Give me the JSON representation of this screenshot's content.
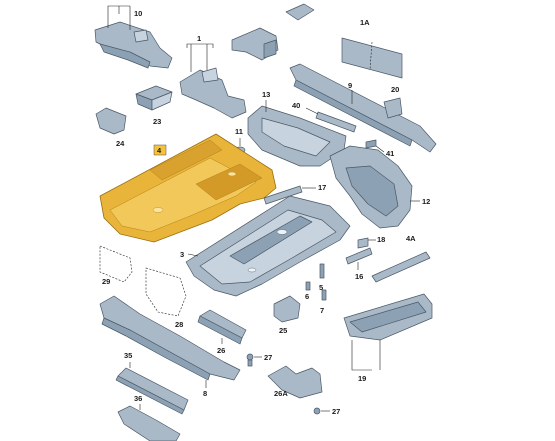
{
  "diagram": {
    "highlight_color": "#e8b43a",
    "part_color": "#a9b9c8",
    "labels": {
      "p1": "1",
      "p1A": "1A",
      "p3": "3",
      "p4": "4",
      "p5": "5",
      "p6": "6",
      "p7": "7",
      "p8": "8",
      "p9": "9",
      "p10": "10",
      "p11": "11",
      "p12": "12",
      "p13": "13",
      "p16": "16",
      "p17": "17",
      "p18": "18",
      "p19": "19",
      "p20": "20",
      "p23": "23",
      "p24": "24",
      "p25": "25",
      "p26": "26",
      "p26A": "26A",
      "p27a": "27",
      "p27b": "27",
      "p28": "28",
      "p29": "29",
      "p35": "35",
      "p36": "36",
      "p40": "40",
      "p41": "41",
      "p4A": "4A"
    }
  }
}
